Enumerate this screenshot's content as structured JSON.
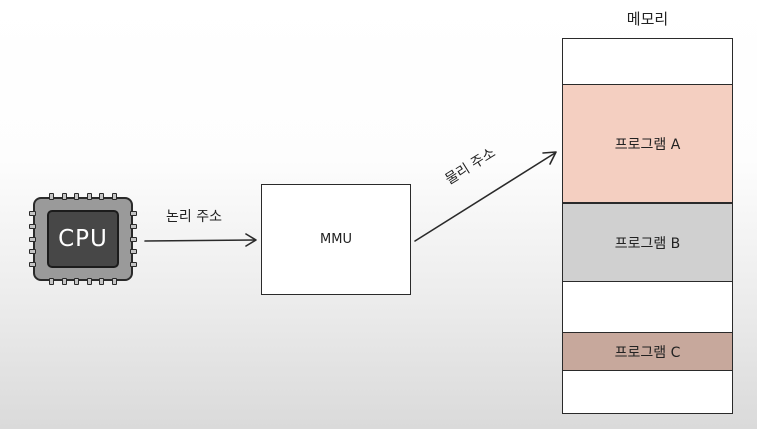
{
  "cpu": {
    "label": "CPU"
  },
  "arrows": {
    "logical_address": "논리 주소",
    "physical_address": "물리 주소"
  },
  "mmu": {
    "label": "MMU"
  },
  "memory": {
    "title": "메모리",
    "blocks": [
      {
        "label": "프로그램 A",
        "color": "#f4cfc1"
      },
      {
        "label": "프로그램 B",
        "color": "#d0d0d0"
      },
      {
        "label": "프로그램 C",
        "color": "#c7a89c"
      }
    ]
  }
}
